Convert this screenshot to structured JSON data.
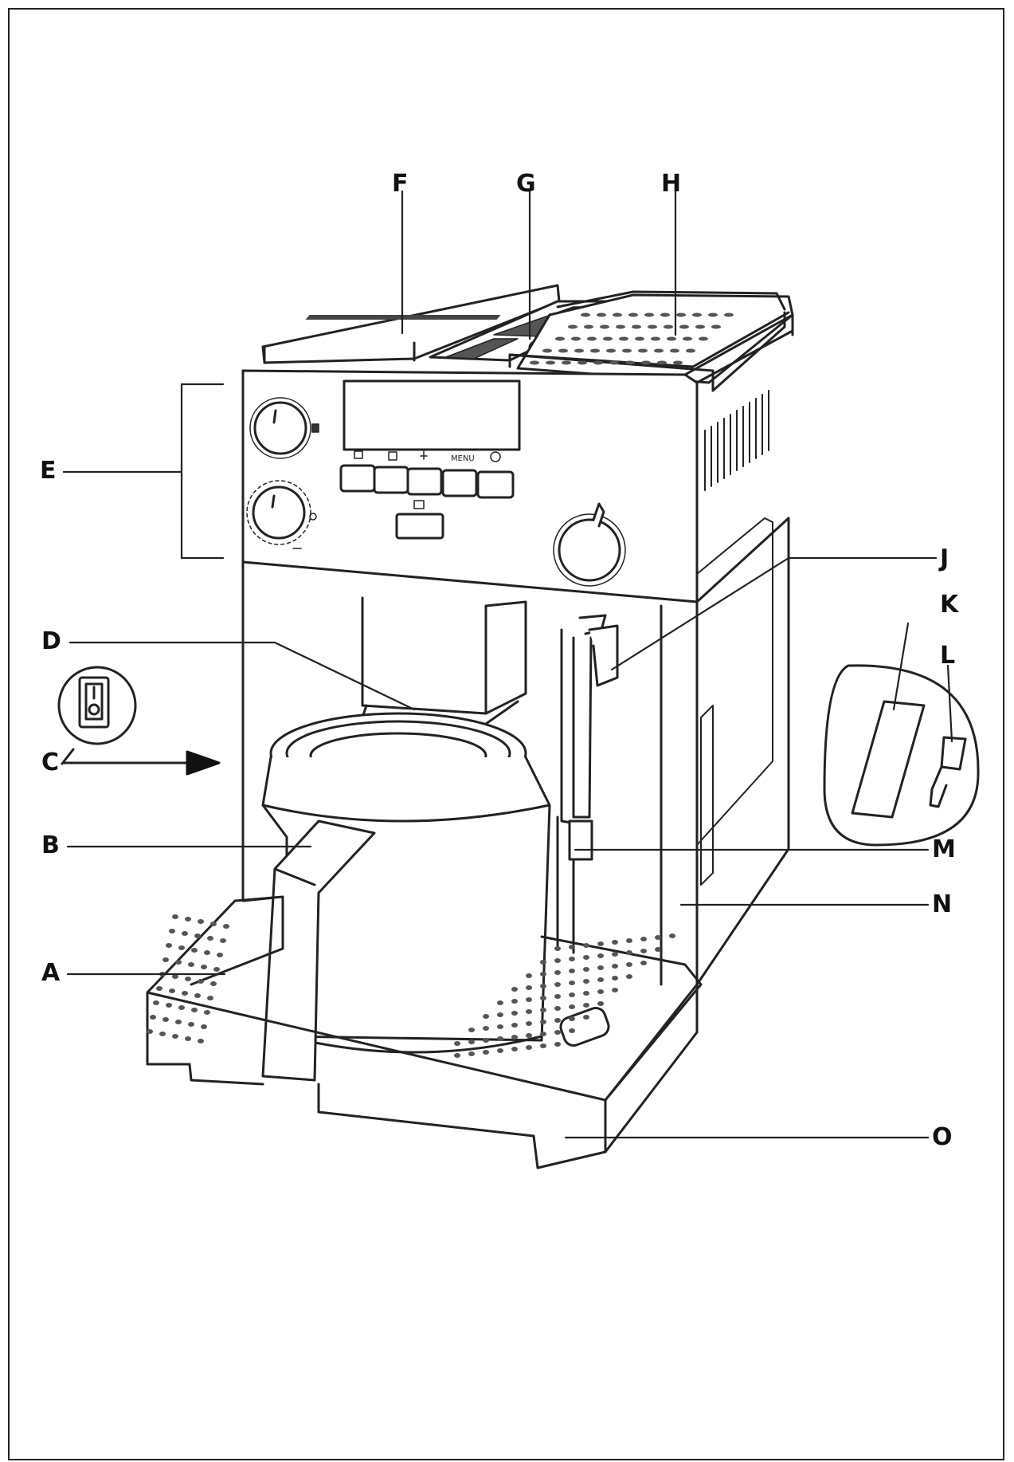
{
  "callouts": {
    "A": "A",
    "B": "B",
    "C": "C",
    "D": "D",
    "E": "E",
    "F": "F",
    "G": "G",
    "H": "H",
    "J": "J",
    "K": "K",
    "L": "L",
    "M": "M",
    "N": "N",
    "O": "O"
  },
  "control_panel": {
    "menu_label": "MENU"
  },
  "colors": {
    "line": "#222222",
    "fill": "#ffffff"
  }
}
